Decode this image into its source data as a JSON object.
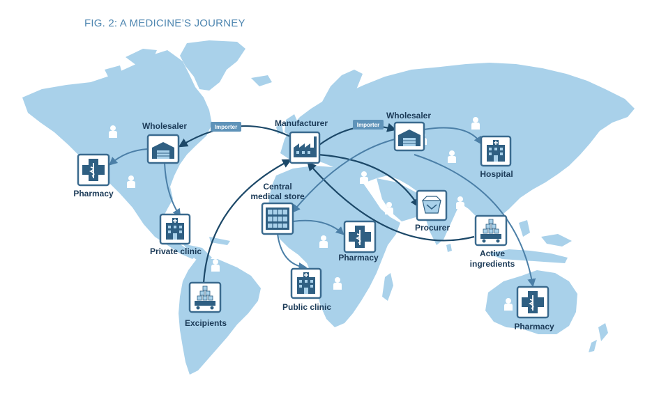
{
  "figure": {
    "number": "FIG. 2:",
    "title": "A MEDICINE’S JOURNEY"
  },
  "colors": {
    "land": "#a9d1ea",
    "person": "#ffffff",
    "icon_border": "#3a6a8e",
    "icon_dark": "#2f5f82",
    "arrow_dark": "#1c4868",
    "arrow_mid": "#4b7fa7",
    "tag_bg": "#5f93b9",
    "label": "#1b3a57"
  },
  "nodes": {
    "wholesaler_americas": "Wholesaler",
    "pharmacy_americas": "Pharmacy",
    "private_clinic": "Private clinic",
    "excipients": "Excipients",
    "manufacturer": "Manufacturer",
    "central_store_line1": "Central",
    "central_store_line2": "medical store",
    "pharmacy_africa": "Pharmacy",
    "public_clinic": "Public clinic",
    "wholesaler_asia": "Wholesaler",
    "hospital": "Hospital",
    "procurer": "Procurer",
    "active_ingredients_line1": "Active",
    "active_ingredients_line2": "ingredients",
    "pharmacy_australia": "Pharmacy"
  },
  "tags": {
    "importer_west": "Importer",
    "importer_east": "Importer"
  },
  "icons": {
    "wholesaler_americas": "warehouse-icon",
    "pharmacy_americas": "pharmacy-cross-icon",
    "private_clinic": "clinic-building-icon",
    "excipients": "ingredient-cart-icon",
    "manufacturer": "factory-icon",
    "central_store": "storage-shelves-icon",
    "pharmacy_africa": "pharmacy-cross-icon",
    "public_clinic": "clinic-building-icon",
    "wholesaler_asia": "warehouse-icon",
    "hospital": "hospital-building-icon",
    "procurer": "procurer-box-icon",
    "active_ingredients": "ingredient-cart-icon",
    "pharmacy_australia": "pharmacy-cross-icon"
  }
}
